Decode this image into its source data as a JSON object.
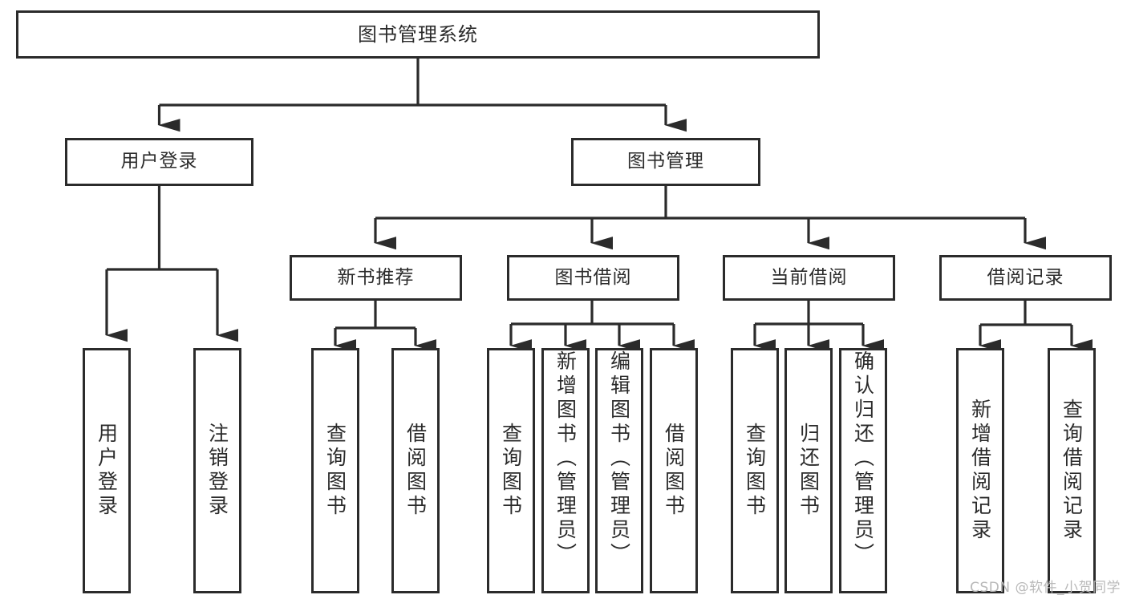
{
  "diagram": {
    "type": "tree-hierarchy",
    "title": "图书管理系统",
    "orientation": "top-down",
    "colors": {
      "stroke": "#2b2b2b",
      "fill": "#ffffff",
      "text": "#2b2b2b",
      "watermark": "#b9b9b9"
    },
    "nodes": {
      "root": {
        "id": "root",
        "label": "图书管理系统",
        "level": 0
      },
      "user_login": {
        "id": "user_login",
        "label": "用户登录",
        "level": 1
      },
      "book_manage": {
        "id": "book_manage",
        "label": "图书管理",
        "level": 1
      },
      "new_book_rec": {
        "id": "new_book_rec",
        "label": "新书推荐",
        "level": 2
      },
      "book_borrow": {
        "id": "book_borrow",
        "label": "图书借阅",
        "level": 2
      },
      "current_borrow": {
        "id": "current_borrow",
        "label": "当前借阅",
        "level": 2
      },
      "borrow_record": {
        "id": "borrow_record",
        "label": "借阅记录",
        "level": 2
      },
      "leaf_user_login": {
        "id": "leaf_user_login",
        "label": "用户登录",
        "level": 2,
        "parent": "user_login"
      },
      "leaf_user_logout": {
        "id": "leaf_user_logout",
        "label": "注销登录",
        "level": 2,
        "parent": "user_login"
      },
      "leaf_query_book_1": {
        "id": "leaf_query_book_1",
        "label": "查询图书",
        "level": 3,
        "parent": "new_book_rec"
      },
      "leaf_borrow_book_1": {
        "id": "leaf_borrow_book_1",
        "label": "借阅图书",
        "level": 3,
        "parent": "new_book_rec"
      },
      "leaf_query_book_2": {
        "id": "leaf_query_book_2",
        "label": "查询图书",
        "level": 3,
        "parent": "book_borrow"
      },
      "leaf_add_book": {
        "id": "leaf_add_book",
        "label": "新增图书（管理员）",
        "level": 3,
        "parent": "book_borrow"
      },
      "leaf_edit_book": {
        "id": "leaf_edit_book",
        "label": "编辑图书（管理员）",
        "level": 3,
        "parent": "book_borrow"
      },
      "leaf_borrow_book_2": {
        "id": "leaf_borrow_book_2",
        "label": "借阅图书",
        "level": 3,
        "parent": "book_borrow"
      },
      "leaf_query_book_3": {
        "id": "leaf_query_book_3",
        "label": "查询图书",
        "level": 3,
        "parent": "current_borrow"
      },
      "leaf_return_book": {
        "id": "leaf_return_book",
        "label": "归还图书",
        "level": 3,
        "parent": "current_borrow"
      },
      "leaf_confirm_return": {
        "id": "leaf_confirm_return",
        "label": "确认归还（管理员）",
        "level": 3,
        "parent": "current_borrow"
      },
      "leaf_add_record": {
        "id": "leaf_add_record",
        "label": "新增借阅记录",
        "level": 3,
        "parent": "borrow_record"
      },
      "leaf_query_record": {
        "id": "leaf_query_record",
        "label": "查询借阅记录",
        "level": 3,
        "parent": "borrow_record"
      }
    }
  },
  "watermark": {
    "text": "CSDN @软件_小贺同学"
  }
}
